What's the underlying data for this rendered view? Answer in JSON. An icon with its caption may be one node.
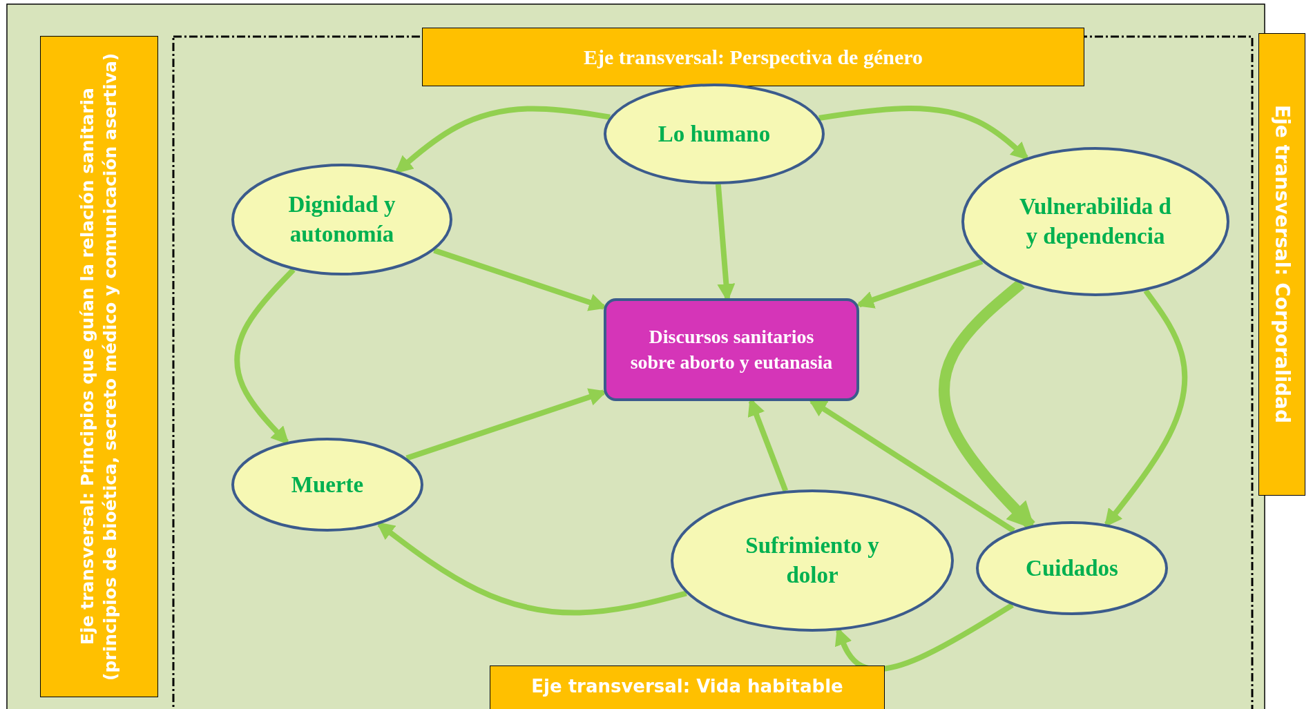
{
  "diagram": {
    "nodes": [
      {
        "text": [
          "Eje transversal: Perspectiva de género"
        ]
      },
      {
        "text": [
          "Eje transversal: Principios que  guían la relación sanitaria (principios de bioética, secreto médico y comunicación asertiva)"
        ]
      },
      {
        "text": [
          "Eje transversal: Corporalidad"
        ]
      },
      {
        "text": [
          "Lo humano"
        ]
      },
      {
        "text": [
          "Dignidad y autonomía"
        ]
      },
      {
        "text": [
          "Vulnerabilida d y dependencia"
        ]
      },
      {
        "text": [
          "Discursos sanitarios sobre aborto y eutanasia"
        ]
      },
      {
        "text": [
          "Muerte"
        ]
      },
      {
        "text": [
          "Sufrimiento y dolor"
        ]
      },
      {
        "text": [
          "Cuidados"
        ]
      },
      {
        "text": [
          "Eje transversal: Vida habitable"
        ]
      }
    ],
    "edges": [
      {
        "from": 3,
        "to": 4,
        "arrow": "to"
      },
      {
        "from": 3,
        "to": 5,
        "arrow": "to"
      },
      {
        "from": 3,
        "to": 6,
        "arrow": "to"
      },
      {
        "from": 4,
        "to": 6,
        "arrow": "to"
      },
      {
        "from": 5,
        "to": 6,
        "arrow": "to"
      },
      {
        "from": 4,
        "to": 7,
        "arrow": "to"
      },
      {
        "from": 7,
        "to": 6,
        "arrow": "to"
      },
      {
        "from": 8,
        "to": 6,
        "arrow": "to"
      },
      {
        "from": 9,
        "to": 6,
        "arrow": "to"
      },
      {
        "from": 5,
        "to": 9,
        "arrow": "to",
        "style": "thick"
      },
      {
        "from": 5,
        "to": 9,
        "arrow": "to"
      },
      {
        "from": 8,
        "to": 7,
        "arrow": "to"
      },
      {
        "from": 9,
        "to": 8,
        "arrow": "to"
      }
    ]
  }
}
